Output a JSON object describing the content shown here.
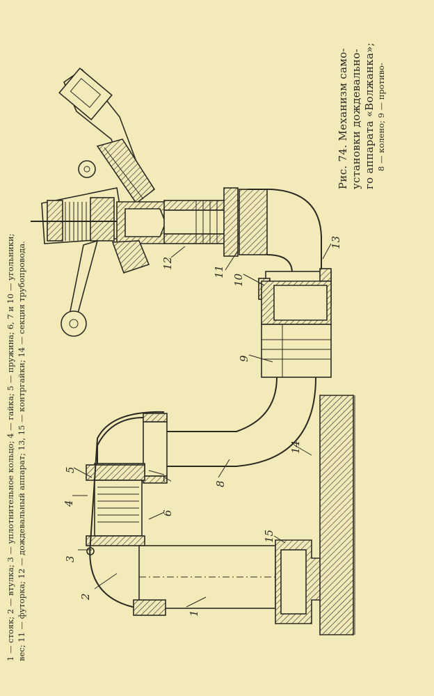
{
  "caption": {
    "title_lines": [
      "Рис. 74. Механизм само-",
      "установки дождевально-",
      "го аппарата «Волжанка»;"
    ],
    "legend_lines": [
      "8 — колено;  9 — противо-",
      "1 — стояк; 2 — втулка; 3 — уплотнительное кольцо; 4 — гайка; 5 — пружина; 6, 7 и 10 — угольники;",
      "вес; 11 — футорка; 12 — дождевальный аппарат; 13, 15 — контргайки; 14 — секция трубопровода."
    ]
  },
  "drawing": {
    "part_labels": [
      "1",
      "2",
      "3",
      "4",
      "5",
      "6",
      "7",
      "8",
      "9",
      "10",
      "11",
      "12",
      "13",
      "14",
      "15"
    ]
  }
}
